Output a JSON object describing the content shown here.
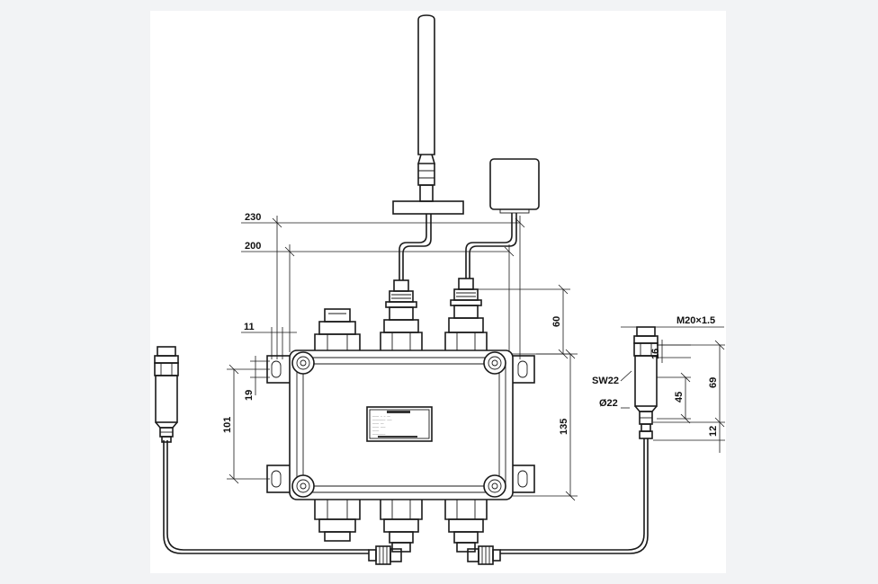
{
  "dimensions": {
    "width_230": "230",
    "width_200": "200",
    "hole_11": "11",
    "hole_19": "19",
    "pitch_101": "101",
    "height_60": "60",
    "height_135": "135",
    "thread_m20": "M20×1.5",
    "hex_sw22": "SW22",
    "dia_22": "Ø22",
    "len_16": "16",
    "len_45": "45",
    "len_69": "69",
    "len_12": "12"
  },
  "nameplate": {
    "lines": [
      "—————",
      "———— — — ——",
      "———————— ———",
      "———— ——",
      "———— ———",
      "————",
      "————————"
    ]
  },
  "colors": {
    "line": "#1a1a1a",
    "sheet": "#ffffff",
    "background": "#f2f3f5"
  }
}
